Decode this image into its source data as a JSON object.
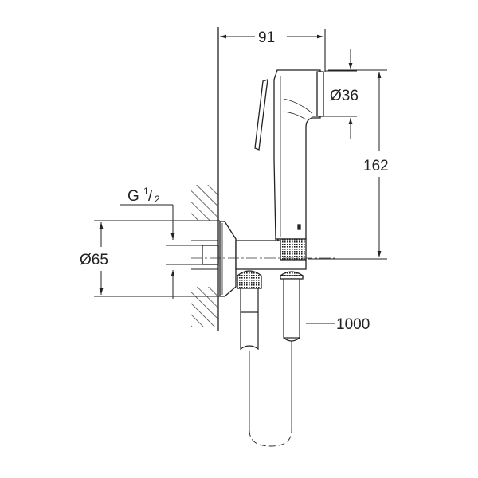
{
  "drawing": {
    "title": "Handshower set with wall outlet elbow – dimensional drawing",
    "colors": {
      "line": "#222222",
      "thin": "#444444",
      "background": "#ffffff"
    }
  },
  "dimensions": {
    "projection_width": "91",
    "spray_face_diameter": "Ø36",
    "handshower_height": "162",
    "thread_label": "G",
    "thread_fraction_num": "1",
    "thread_fraction_den": "2",
    "flange_diameter": "Ø65",
    "hose_length": "1000"
  },
  "components": [
    {
      "id": "wall",
      "label": "wall section (hatched)"
    },
    {
      "id": "wall-outlet-elbow",
      "label": "wall outlet elbow with rosette"
    },
    {
      "id": "handshower",
      "label": "handshower with trigger"
    },
    {
      "id": "holder",
      "label": "integrated holder"
    },
    {
      "id": "hose",
      "label": "shower hose"
    }
  ]
}
